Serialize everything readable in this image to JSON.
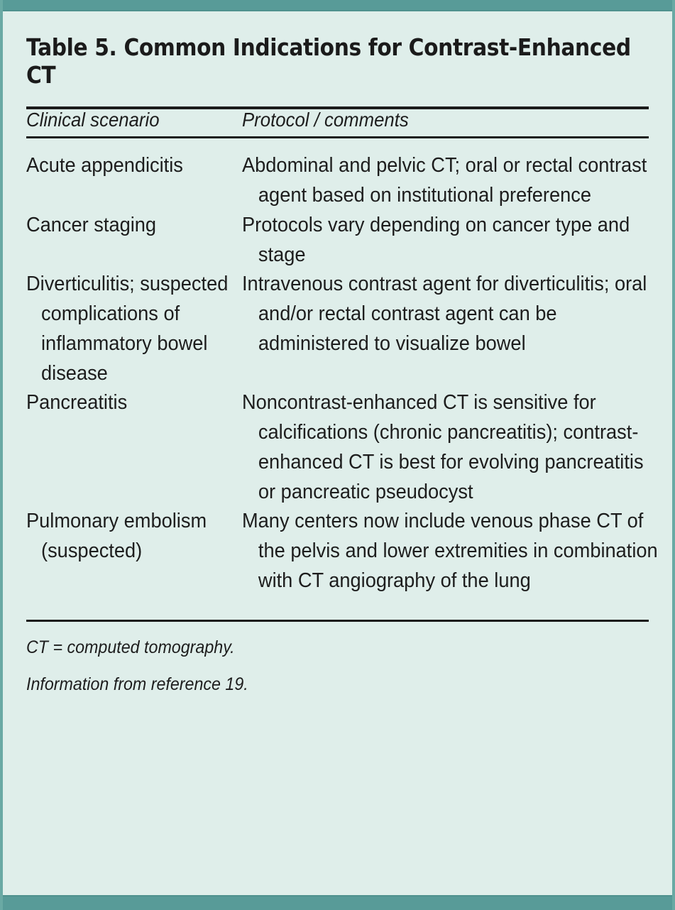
{
  "table": {
    "title": "Table 5. Common Indications for Contrast-Enhanced CT",
    "columns": [
      {
        "label": "Clinical scenario"
      },
      {
        "label": "Protocol / comments"
      }
    ],
    "rows": [
      {
        "scenario": "Acute appendicitis",
        "protocol": "Abdominal and pelvic CT; oral or rectal contrast agent based on institutional preference"
      },
      {
        "scenario": "Cancer staging",
        "protocol": "Protocols vary depending on cancer type and stage"
      },
      {
        "scenario": "Diverticulitis; suspected complications of inflammatory bowel disease",
        "protocol": "Intravenous contrast agent for diverticulitis; oral and/or rectal contrast agent can be administered to visualize bowel"
      },
      {
        "scenario": "Pancreatitis",
        "protocol": "Noncontrast-enhanced CT is sensitive for calcifications (chronic pancreatitis); contrast-enhanced CT is best for evolving pancreatitis or pancreatic pseudocyst"
      },
      {
        "scenario": "Pulmonary embolism (suspected)",
        "protocol": "Many centers now include venous phase CT of the pelvis and lower extremities in combination with CT angiography of the lung"
      }
    ],
    "footnotes": [
      "CT = computed tomography.",
      "Information from reference 19."
    ]
  },
  "colors": {
    "accent_bar": "#589b98",
    "accent_bar_edge": "#4f918e",
    "background": "#dfeeea",
    "text": "#1d1d1d",
    "rule": "#1b1b1b"
  }
}
